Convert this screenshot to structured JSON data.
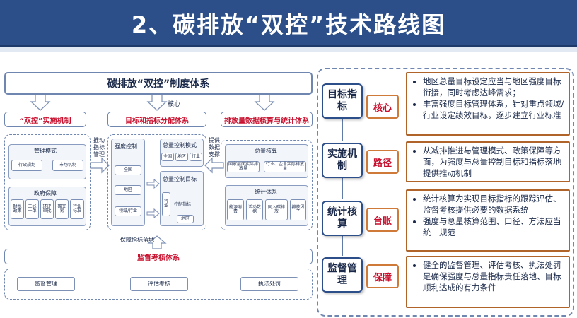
{
  "title": "2、碳排放“双控”技术路线图",
  "left": {
    "system_title": "碳排放“双控”制度体系",
    "core_label": "核心",
    "col_impl": "“双控”实施机制",
    "col_target": "目标和指标分配体系",
    "col_stats": "排放量数据核算与统计体系",
    "promote_label": "推动指标管理",
    "support_label": "提供数据支撑",
    "mgmt_mode": "管理模式",
    "admin_plan": "行政规划",
    "market_mech": "市场机制",
    "policy": "政府保障",
    "policy_items": [
      "财税政策",
      "三线一单",
      "环评审批",
      "碳交易",
      "行业标准"
    ],
    "intensity": "强度控制",
    "intensity_items": [
      "全国",
      "地区",
      "领域/行业"
    ],
    "total_mode": "总量控制模式",
    "total_mode_items": [
      "全国",
      "地区",
      "行业"
    ],
    "total_target": "总量控制目标",
    "industry_small": "行业",
    "control_index": "控制指标",
    "region_small": "地区",
    "total_account": "总量核算",
    "national_data": "国家层面实际排放量",
    "industry_data": "行业、企业实际排放量",
    "stats_system": "统计体系",
    "stats_items": [
      "能源消费",
      "活动数据",
      "同入碳排放",
      "排放因子"
    ],
    "guarantee_label": "保障指标落地",
    "supervision": "监督考核体系",
    "bottom_items": [
      "监督管理",
      "评估考核",
      "执法处罚"
    ]
  },
  "right": {
    "stages": [
      {
        "name": "目标指标",
        "tag": "核心",
        "bullets": [
          "地区总量目标设定应当与地区强度目标衔接，同时考虑达峰需求；",
          "丰富强度目标管理体系，针对重点领域/行业设定绩效目标，逐步建立行业标准"
        ]
      },
      {
        "name": "实施机制",
        "tag": "路径",
        "bullets": [
          "从减排推进与管理模式、政策保障等方面，为强度与总量控制目标和指标落地提供推动机制"
        ]
      },
      {
        "name": "统计核算",
        "tag": "台账",
        "bullets": [
          "统计核算为实现目标指标的跟踪评估、监督考核提供必要的数据系统",
          "强度与总量核算范围、口径、方法应当统一规范"
        ]
      },
      {
        "name": "监督管理",
        "tag": "保障",
        "bullets": [
          "健全的监督管理、评估考核、执法处罚是确保强度与总量指标责任落地、目标顺利达成的有力条件"
        ]
      }
    ]
  }
}
